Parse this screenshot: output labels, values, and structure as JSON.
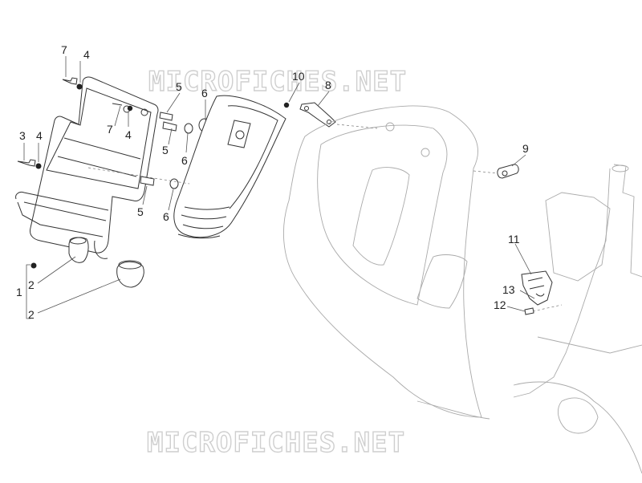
{
  "watermark": {
    "top": "MICROFICHES.NET",
    "bottom": "MICROFICHES.NET"
  },
  "labels": {
    "l7a": "7",
    "l4a": "4",
    "l3": "3",
    "l4b": "4",
    "l5a": "5",
    "l7b": "7",
    "l4c": "4",
    "l6a": "6",
    "l5b": "5",
    "l6b": "6",
    "l5c": "5",
    "l6c": "6",
    "l1": "1",
    "l2a": "2",
    "l2b": "2",
    "l10": "10",
    "l8": "8",
    "l9": "9",
    "l11": "11",
    "l13": "13",
    "l12": "12"
  }
}
